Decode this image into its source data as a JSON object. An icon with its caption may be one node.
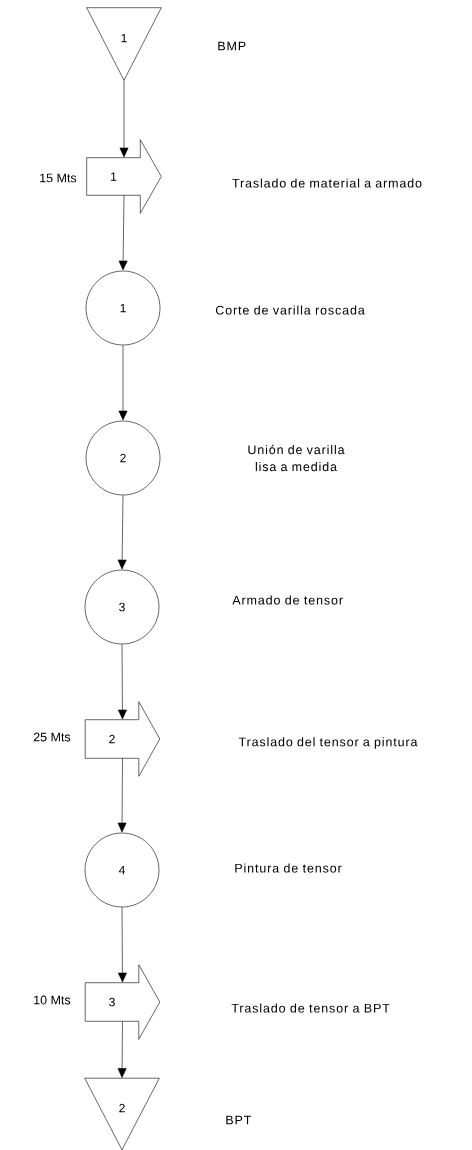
{
  "diagram": {
    "nodes": [
      {
        "text": [
          "1"
        ]
      },
      {
        "text": [
          "1"
        ],
        "beside": [
          "15 Mts"
        ]
      },
      {
        "text": [
          "1"
        ]
      },
      {
        "text": [
          "2"
        ]
      },
      {
        "text": [
          "3"
        ]
      },
      {
        "text": [
          "2"
        ],
        "beside": [
          "25 Mts"
        ]
      },
      {
        "text": [
          "4"
        ]
      },
      {
        "text": [
          "3"
        ],
        "beside": [
          "10 Mts"
        ]
      },
      {
        "text": [
          "2"
        ]
      }
    ],
    "edges": [
      {
        "from": 0,
        "to": 1,
        "arrow": "to"
      },
      {
        "from": 1,
        "to": 2,
        "arrow": "to"
      },
      {
        "from": 2,
        "to": 3,
        "arrow": "to"
      },
      {
        "from": 3,
        "to": 4,
        "arrow": "to"
      },
      {
        "from": 4,
        "to": 5,
        "arrow": "to"
      },
      {
        "from": 5,
        "to": 6,
        "arrow": "to"
      },
      {
        "from": 6,
        "to": 7,
        "arrow": "to"
      },
      {
        "from": 7,
        "to": 8,
        "arrow": "to"
      }
    ],
    "labels": [
      "BMP",
      "Traslado de material a armado",
      "Corte de varilla roscada",
      "Unión de varilla lisa a medida",
      "Armado de tensor",
      "Traslado del tensor a pintura",
      "Pintura de tensor",
      "Traslado de tensor a BPT",
      "BPT"
    ]
  }
}
